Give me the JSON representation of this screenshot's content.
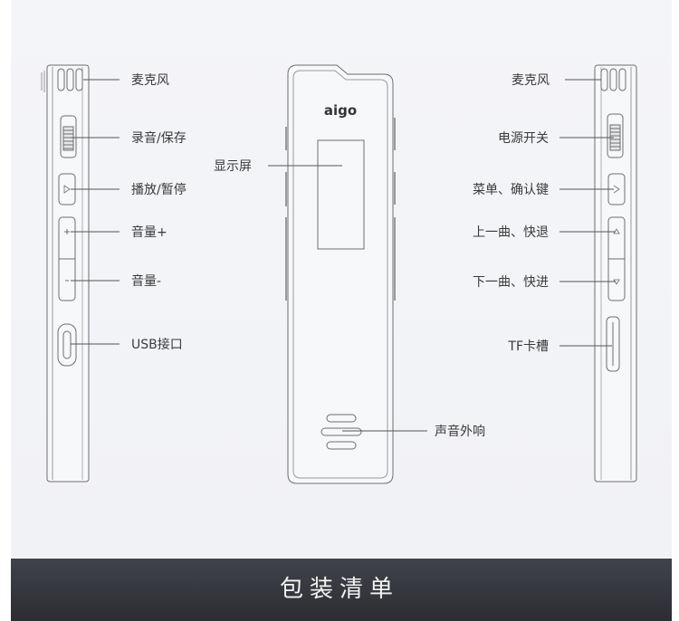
{
  "banner": {
    "title": "包装清单"
  },
  "device": {
    "logo": "aigo"
  },
  "labels": {
    "left": {
      "microphone": "麦克风",
      "record_save": "录音/保存",
      "play_pause": "播放/暂停",
      "volume_up": "音量+",
      "volume_down": "音量-",
      "usb_port": "USB接口"
    },
    "center": {
      "display": "显示屏",
      "speaker": "声音外响"
    },
    "right": {
      "microphone": "麦克风",
      "power_switch": "电源开关",
      "menu_confirm": "菜单、确认键",
      "prev_rewind": "上一曲、快退",
      "next_forward": "下一曲、快进",
      "tf_slot": "TF卡槽"
    }
  },
  "colors": {
    "outline": "#6e6e6e",
    "leader_line": "#555555",
    "label_text": "#3a3a3a",
    "banner_bg": "#35373c",
    "banner_text": "#f2f2f2"
  }
}
